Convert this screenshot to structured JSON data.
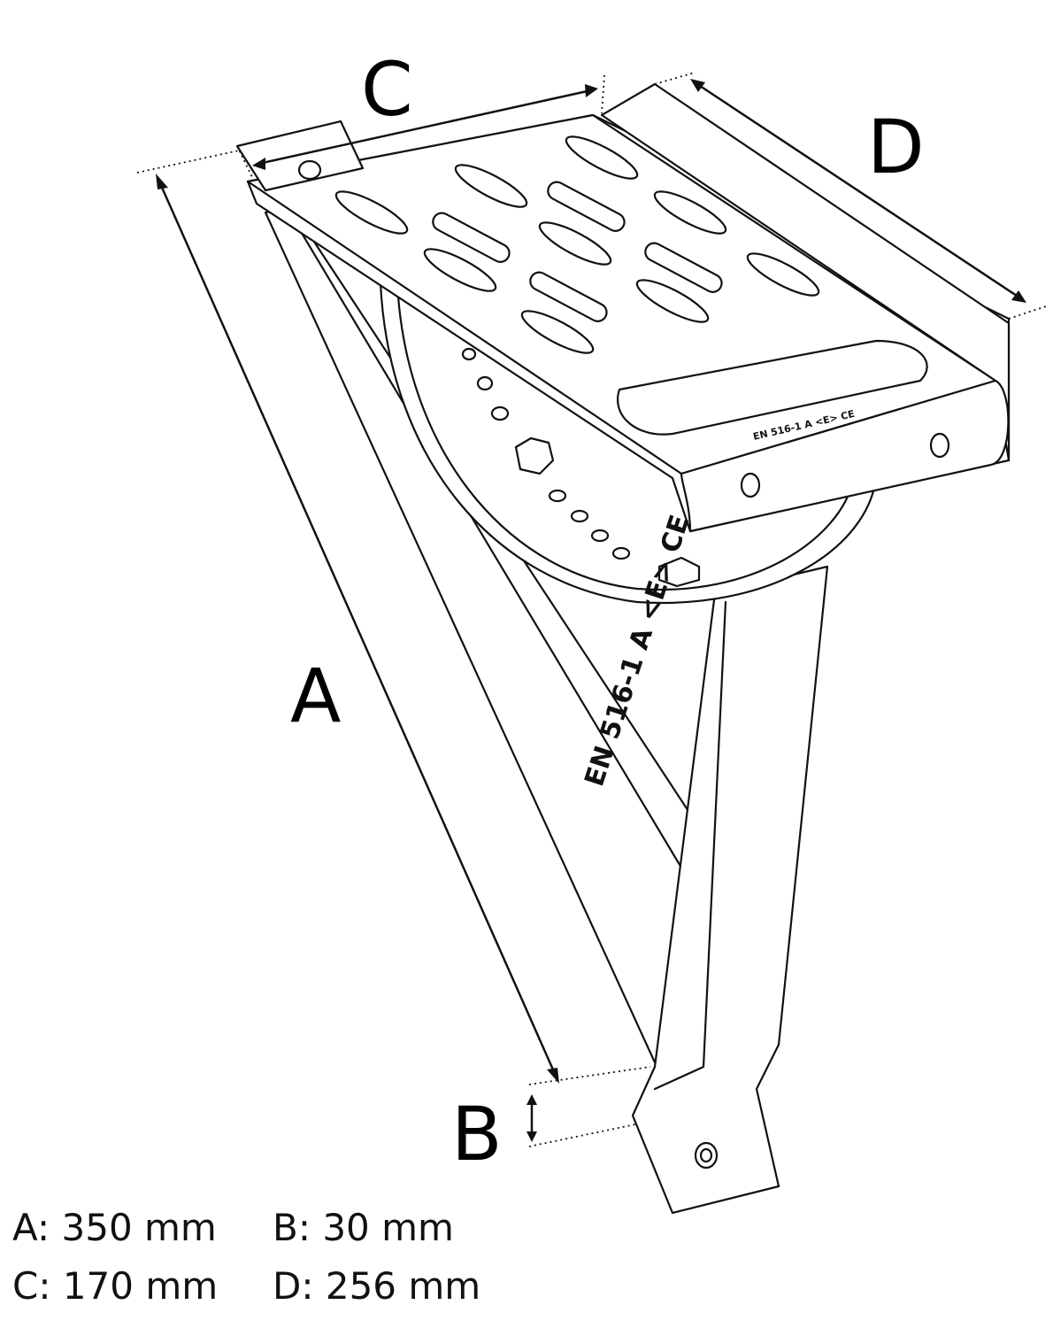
{
  "dimension_labels": {
    "a": "A",
    "b": "B",
    "c": "C",
    "d": "D"
  },
  "legend": [
    {
      "text": "A: 350 mm"
    },
    {
      "text": "B: 30 mm"
    },
    {
      "text": "C: 170 mm"
    },
    {
      "text": "D: 256 mm"
    }
  ],
  "markings": {
    "strut": "EN 516-1  A  <E>  CE",
    "step_edge": "EN 516-1 A <E> CE"
  }
}
